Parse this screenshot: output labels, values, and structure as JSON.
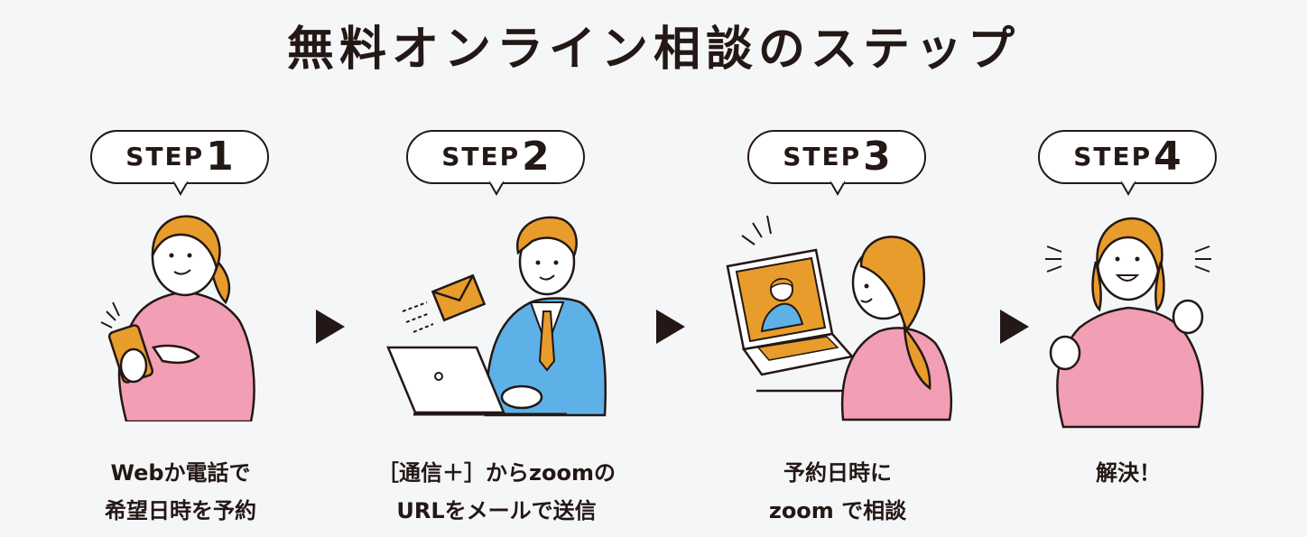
{
  "title": "無料オンライン相談のステップ",
  "steps": [
    {
      "label": "STEP",
      "num": "1",
      "caption_line1": "Webか電話で",
      "caption_line2": "希望日時を予約"
    },
    {
      "label": "STEP",
      "num": "2",
      "caption_line1": "［通信＋］からzoomの",
      "caption_line2": "URLをメールで送信"
    },
    {
      "label": "STEP",
      "num": "3",
      "caption_line1": "予約日時に",
      "caption_line2": "zoom で相談"
    },
    {
      "label": "STEP",
      "num": "4",
      "caption_line1": "解決！",
      "caption_line2": ""
    }
  ],
  "colors": {
    "ink": "#231815",
    "hair": "#e89c2b",
    "sweater": "#f29eb5",
    "suit": "#5eb1e6",
    "tie": "#e89c2b",
    "envelope": "#e89c2b",
    "skin": "#ffffff",
    "background": "#f5f6f8"
  },
  "icons": [
    "play-arrow-icon",
    "envelope-icon",
    "laptop-icon",
    "smartphone-icon"
  ]
}
